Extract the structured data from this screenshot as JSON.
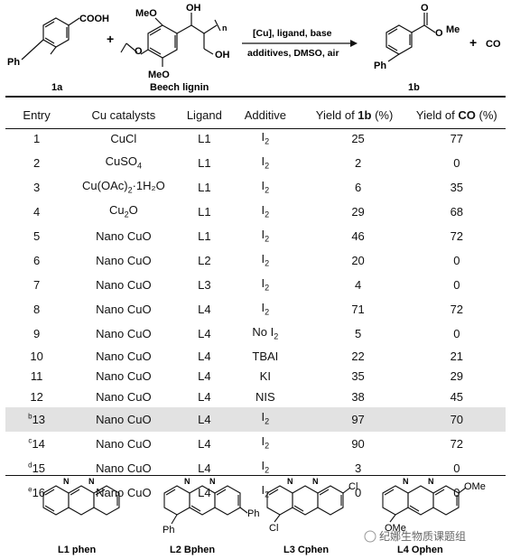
{
  "scheme": {
    "reactant1_label": "1a",
    "reactant1_cooh": "COOH",
    "reactant1_ph": "Ph",
    "plus1": "+",
    "lignin_label": "Beech lignin",
    "lignin_ome_top": "MeO",
    "lignin_ome_bottom": "MeO",
    "lignin_o": "O",
    "lignin_oh_top": "OH",
    "lignin_oh_right": "OH",
    "lignin_n": "n",
    "conditions_top": "[Cu], ligand, base",
    "conditions_bottom": "additives, DMSO, air",
    "product_label": "1b",
    "product_o": "O",
    "product_me": "Me",
    "product_ph": "Ph",
    "plus2": "+",
    "co": "CO"
  },
  "table": {
    "headers": {
      "entry": "Entry",
      "cu": "Cu catalysts",
      "ligand": "Ligand",
      "additive": "Additive",
      "yield1b_pre": "Yield of ",
      "yield1b_bold": "1b",
      "yield1b_post": " (%)",
      "yieldco_pre": "Yield of ",
      "yieldco_bold": "CO",
      "yieldco_post": " (%)"
    },
    "rows": [
      {
        "sup": "",
        "entry": "1",
        "cu": "CuCl",
        "cu_sub": "",
        "cu_tail": "",
        "ligand": "L1",
        "add": "I",
        "add_sub": "2",
        "y1b": "25",
        "yco": "77"
      },
      {
        "sup": "",
        "entry": "2",
        "cu": "CuSO",
        "cu_sub": "4",
        "cu_tail": "",
        "ligand": "L1",
        "add": "I",
        "add_sub": "2",
        "y1b": "2",
        "yco": "0"
      },
      {
        "sup": "",
        "entry": "3",
        "cu": "Cu(OAc)",
        "cu_sub": "2",
        "cu_tail": "·1H₂O",
        "ligand": "L1",
        "add": "I",
        "add_sub": "2",
        "y1b": "6",
        "yco": "35"
      },
      {
        "sup": "",
        "entry": "4",
        "cu": "Cu",
        "cu_sub": "2",
        "cu_tail": "O",
        "ligand": "L1",
        "add": "I",
        "add_sub": "2",
        "y1b": "29",
        "yco": "68"
      },
      {
        "sup": "",
        "entry": "5",
        "cu": "Nano CuO",
        "cu_sub": "",
        "cu_tail": "",
        "ligand": "L1",
        "add": "I",
        "add_sub": "2",
        "y1b": "46",
        "yco": "72"
      },
      {
        "sup": "",
        "entry": "6",
        "cu": "Nano CuO",
        "cu_sub": "",
        "cu_tail": "",
        "ligand": "L2",
        "add": "I",
        "add_sub": "2",
        "y1b": "20",
        "yco": "0"
      },
      {
        "sup": "",
        "entry": "7",
        "cu": "Nano CuO",
        "cu_sub": "",
        "cu_tail": "",
        "ligand": "L3",
        "add": "I",
        "add_sub": "2",
        "y1b": "4",
        "yco": "0"
      },
      {
        "sup": "",
        "entry": "8",
        "cu": "Nano CuO",
        "cu_sub": "",
        "cu_tail": "",
        "ligand": "L4",
        "add": "I",
        "add_sub": "2",
        "y1b": "71",
        "yco": "72"
      },
      {
        "sup": "",
        "entry": "9",
        "cu": "Nano CuO",
        "cu_sub": "",
        "cu_tail": "",
        "ligand": "L4",
        "add": "No I",
        "add_sub": "2",
        "y1b": "5",
        "yco": "0"
      },
      {
        "sup": "",
        "entry": "10",
        "cu": "Nano CuO",
        "cu_sub": "",
        "cu_tail": "",
        "ligand": "L4",
        "add": "TBAI",
        "add_sub": "",
        "y1b": "22",
        "yco": "21"
      },
      {
        "sup": "",
        "entry": "11",
        "cu": "Nano CuO",
        "cu_sub": "",
        "cu_tail": "",
        "ligand": "L4",
        "add": "KI",
        "add_sub": "",
        "y1b": "35",
        "yco": "29"
      },
      {
        "sup": "",
        "entry": "12",
        "cu": "Nano CuO",
        "cu_sub": "",
        "cu_tail": "",
        "ligand": "L4",
        "add": "NIS",
        "add_sub": "",
        "y1b": "38",
        "yco": "45"
      },
      {
        "sup": "b",
        "entry": "13",
        "cu": "Nano CuO",
        "cu_sub": "",
        "cu_tail": "",
        "ligand": "L4",
        "add": "I",
        "add_sub": "2",
        "y1b": "97",
        "yco": "70",
        "highlight": true
      },
      {
        "sup": "c",
        "entry": "14",
        "cu": "Nano CuO",
        "cu_sub": "",
        "cu_tail": "",
        "ligand": "L4",
        "add": "I",
        "add_sub": "2",
        "y1b": "90",
        "yco": "72"
      },
      {
        "sup": "d",
        "entry": "15",
        "cu": "Nano CuO",
        "cu_sub": "",
        "cu_tail": "",
        "ligand": "L4",
        "add": "I",
        "add_sub": "2",
        "y1b": "3",
        "yco": "0"
      },
      {
        "sup": "e",
        "entry": "16",
        "cu": "Nano CuO",
        "cu_sub": "",
        "cu_tail": "",
        "ligand": "L4",
        "add": "I",
        "add_sub": "2",
        "y1b": "0",
        "yco": "0"
      }
    ]
  },
  "ligands": {
    "l1": "L1 phen",
    "l2": "L2 Bphen",
    "l3": "L3 Cphen",
    "l4": "L4 Ophen",
    "l2_ph_top": "Ph",
    "l2_ph_bottom": "Ph",
    "l3_cl_top": "Cl",
    "l3_cl_bottom": "Cl",
    "l4_ome_top": "OMe",
    "l4_ome_bottom": "OMe",
    "n": "N"
  },
  "watermark": "纪娜生物质课题组"
}
